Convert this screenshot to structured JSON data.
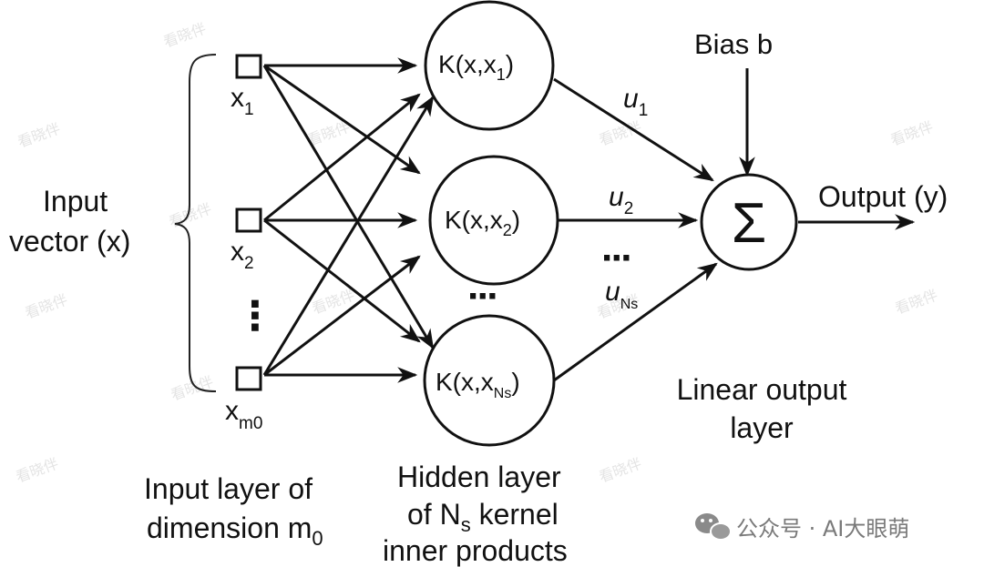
{
  "input_group": {
    "label_line1": "Input",
    "label_line2": "vector (x)",
    "nodes": [
      {
        "base": "x",
        "sub": "1"
      },
      {
        "base": "x",
        "sub": "2"
      },
      {
        "base": "x",
        "sub": "m0"
      }
    ],
    "ellipsis": "⋮",
    "caption_line1": "Input layer of",
    "caption_line2_base": "dimension m",
    "caption_line2_sub": "0"
  },
  "hidden_group": {
    "nodes": [
      {
        "prefix": "K(x,x",
        "sub": "1",
        "suffix": ")"
      },
      {
        "prefix": "K(x,x",
        "sub": "2",
        "suffix": ")"
      },
      {
        "prefix": "K(x,x",
        "sub": "Ns",
        "suffix": ")"
      }
    ],
    "ellipsis": "···",
    "caption_line1": "Hidden layer",
    "caption_line2_pre": "of N",
    "caption_line2_sub": "s",
    "caption_line2_post": " kernel",
    "caption_line3": "inner products"
  },
  "weights": [
    {
      "base": "u",
      "sub": "1"
    },
    {
      "base": "u",
      "sub": "2"
    },
    {
      "base": "u",
      "sub": "Ns"
    }
  ],
  "weights_ellipsis": "···",
  "output": {
    "sum_symbol": "Σ",
    "bias_label": "Bias b",
    "output_label": "Output (y)",
    "layer_caption_line1": "Linear output",
    "layer_caption_line2": "layer"
  },
  "watermark": {
    "text": "公众号 · AI大眼萌",
    "repeat_text": "看晓伴"
  }
}
